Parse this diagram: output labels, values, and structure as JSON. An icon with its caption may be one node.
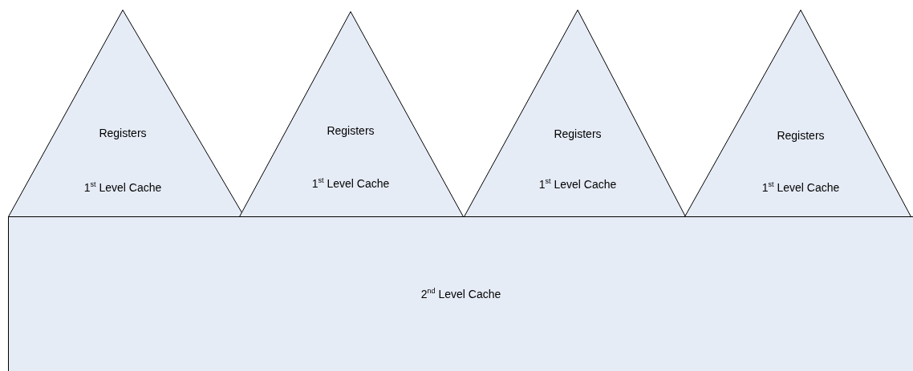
{
  "diagram": {
    "nodes": [
      {
        "text": [
          "Registers",
          "1$^{st}$ Level Cache"
        ]
      },
      {
        "text": [
          "Registers",
          "1$^{st}$ Level Cache"
        ]
      },
      {
        "text": [
          "Registers",
          "1$^{st}$ Level Cache"
        ]
      },
      {
        "text": [
          "Registers",
          "1$^{st}$ Level Cache"
        ]
      },
      {
        "text": [
          "2$^{nd}$ Level Cache"
        ]
      }
    ]
  }
}
